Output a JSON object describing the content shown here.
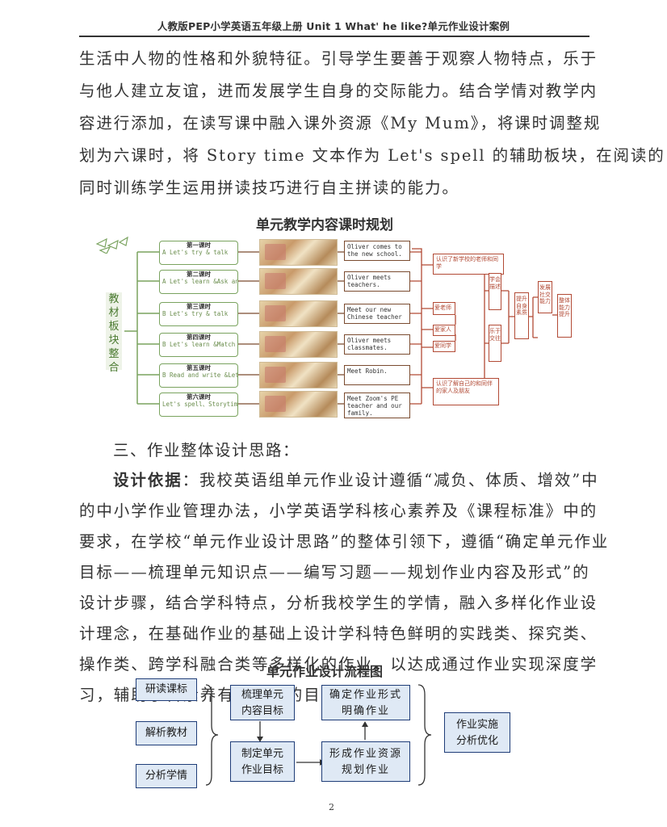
{
  "header": {
    "title": "人教版PEP小学英语五年级上册 Unit 1 What' he like?单元作业设计案例"
  },
  "paragraph1": {
    "lines": [
      "生活中人物的性格和外貌特征。引导学生要善于观察人物特点，乐于",
      "与他人建立友谊，进而发展学生自身的交际能力。结合学情对教学内",
      "容进行添加，在读写课中融入课外资源《My Mum》，将课时调整规",
      "划为六课时，将 Story time 文本作为 Let's spell 的辅助板块，在阅读的",
      "同时训练学生运用拼读技巧进行自主拼读的能力。"
    ]
  },
  "figure1": {
    "title": "单元教学内容课时规划",
    "vertical_label": "教材板块整合",
    "lessons": [
      {
        "title": "第一课时",
        "body": "A Let's try & talk",
        "theme": "Oliver comes to the new school."
      },
      {
        "title": "第二课时",
        "body": "A Let's learn &Ask and answer",
        "theme": "Oliver meets teachers."
      },
      {
        "title": "第三课时",
        "body": "B Let's try & talk",
        "theme": "Meet our new Chinese teacher"
      },
      {
        "title": "第四课时",
        "body": "B Let's learn &Match and say  Let's wrap it up",
        "theme": "Oliver meets classmates."
      },
      {
        "title": "第五课时",
        "body": "B Read and write &Let's check",
        "theme": "Meet Robin."
      },
      {
        "title": "第六课时",
        "body": "Let's spell、Storytime&My dad",
        "theme": "Meet Zoom's PE teacher and our family."
      }
    ],
    "right": {
      "top_box": "认识了新学校的老师和同学",
      "bottom_box": "认识了解自己的和同伴的家人及朋友",
      "small_boxes": [
        "爱老师",
        "爱家人",
        "爱同学"
      ],
      "vertical_boxes": [
        "学会描述",
        "乐于交往",
        "提升自身素质",
        "发展社交能力",
        "整体能力提升"
      ]
    }
  },
  "section3": {
    "heading": "三、作业整体设计思路：",
    "lead": "设计依据",
    "lines": [
      "：我校英语组单元作业设计遵循“减负、体质、增效”中",
      "的中小学作业管理办法，小学英语学科核心素养及《课程标准》中的",
      "要求，在学校“单元作业设计思路”的整体引领下，遵循“确定单元作业",
      "目标——梳理单元知识点——编写习题——规划作业内容及形式”的",
      "设计步骤，结合学科特点，分析我校学生的学情，融入多样化作业设",
      "计理念，在基础作业的基础上设计学科特色鲜明的实践类、探究类、",
      "操作类、跨学科融合类等多样化的作业，以达成通过作业实现深度学",
      "习，辅助学科素养有效落实的目的。"
    ]
  },
  "figure2": {
    "title": "单元作业设计流程图",
    "inputs": [
      "研读课标",
      "解析教材",
      "分析学情"
    ],
    "step1": "梳理单元内容目标",
    "step2": "制定单元作业目标",
    "step3": "形成作业资源规划作业",
    "step4": "确定作业形式明确作业",
    "output": "作业实施分析优化"
  },
  "page_number": "2"
}
